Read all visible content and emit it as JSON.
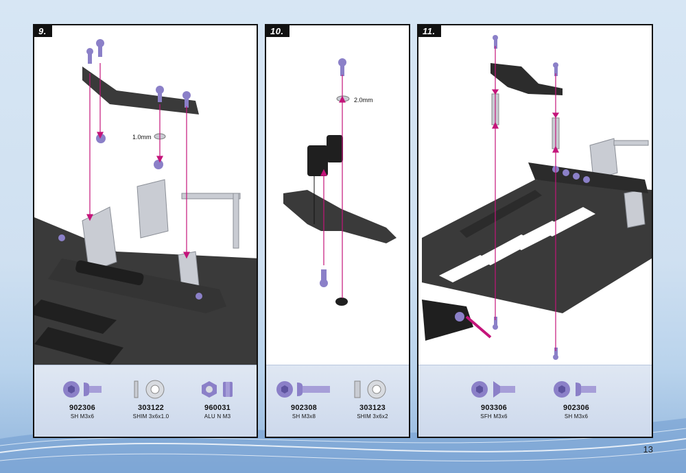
{
  "page_number": "13",
  "steps": [
    {
      "label": "9.",
      "dimension_labels": [
        "1.0mm"
      ],
      "parts": [
        {
          "code": "902306",
          "desc": "SH M3x6",
          "icon": "button-head-screw-icon"
        },
        {
          "code": "303122",
          "desc": "SHIM 3x6x1.0",
          "icon": "shim-washer-icon"
        },
        {
          "code": "960031",
          "desc": "ALU N M3",
          "icon": "aluminium-nut-icon"
        }
      ]
    },
    {
      "label": "10.",
      "dimension_labels": [
        "2.0mm"
      ],
      "parts": [
        {
          "code": "902308",
          "desc": "SH M3x8",
          "icon": "button-head-screw-icon"
        },
        {
          "code": "303123",
          "desc": "SHIM 3x6x2",
          "icon": "shim-washer-icon"
        }
      ]
    },
    {
      "label": "11.",
      "dimension_labels": [],
      "parts": [
        {
          "code": "903306",
          "desc": "SFH M3x6",
          "icon": "flat-head-screw-icon"
        },
        {
          "code": "902306",
          "desc": "SH M3x6",
          "icon": "button-head-screw-icon"
        }
      ]
    }
  ],
  "colors": {
    "carbon": "#3a3a3a",
    "hardware": "#8b80c8",
    "aluminium": "#c9ccd3",
    "guide_arrow": "#c4147a",
    "parts_bar": "#d3deef"
  }
}
